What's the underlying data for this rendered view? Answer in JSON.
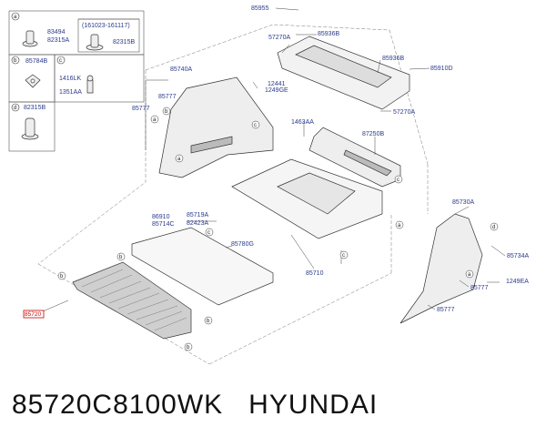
{
  "legend": {
    "a": {
      "letter": "a",
      "parts": [
        "83494",
        "82315A"
      ],
      "date": "(161023-161117)",
      "part_alt": "82315B"
    },
    "b": {
      "letter": "b",
      "part": "85784B"
    },
    "c": {
      "letter": "c",
      "parts": [
        "1416LK",
        "1351AA"
      ]
    },
    "d": {
      "letter": "d",
      "part": "82315B"
    }
  },
  "labels": {
    "p85955": "85955",
    "p85936B_top": "85936B",
    "p57270A_top": "57270A",
    "p85936B_mid": "85936B",
    "p85910D": "85910D",
    "p57270A_bot": "57270A",
    "p85740A": "85740A",
    "p85777_a": "85777",
    "p85777_b": "85777",
    "p12441": "12441",
    "p1249GE": "1249GE",
    "p1463AA": "1463AA",
    "p87250B": "87250B",
    "p86910": "86910",
    "p85714C": "85714C",
    "p85719A": "85719A",
    "p82423A": "82423A",
    "p85780G": "85780G",
    "p85710": "85710",
    "p85730A": "85730A",
    "p85734A": "85734A",
    "p1249EA": "1249EA",
    "p85777_c": "85777",
    "p85777_d": "85777",
    "p85720": "85720"
  },
  "callouts": {
    "a": "a",
    "b": "b",
    "c": "c",
    "d": "d"
  },
  "caption": {
    "part_number": "85720C8100WK",
    "brand": "HYUNDAI"
  }
}
